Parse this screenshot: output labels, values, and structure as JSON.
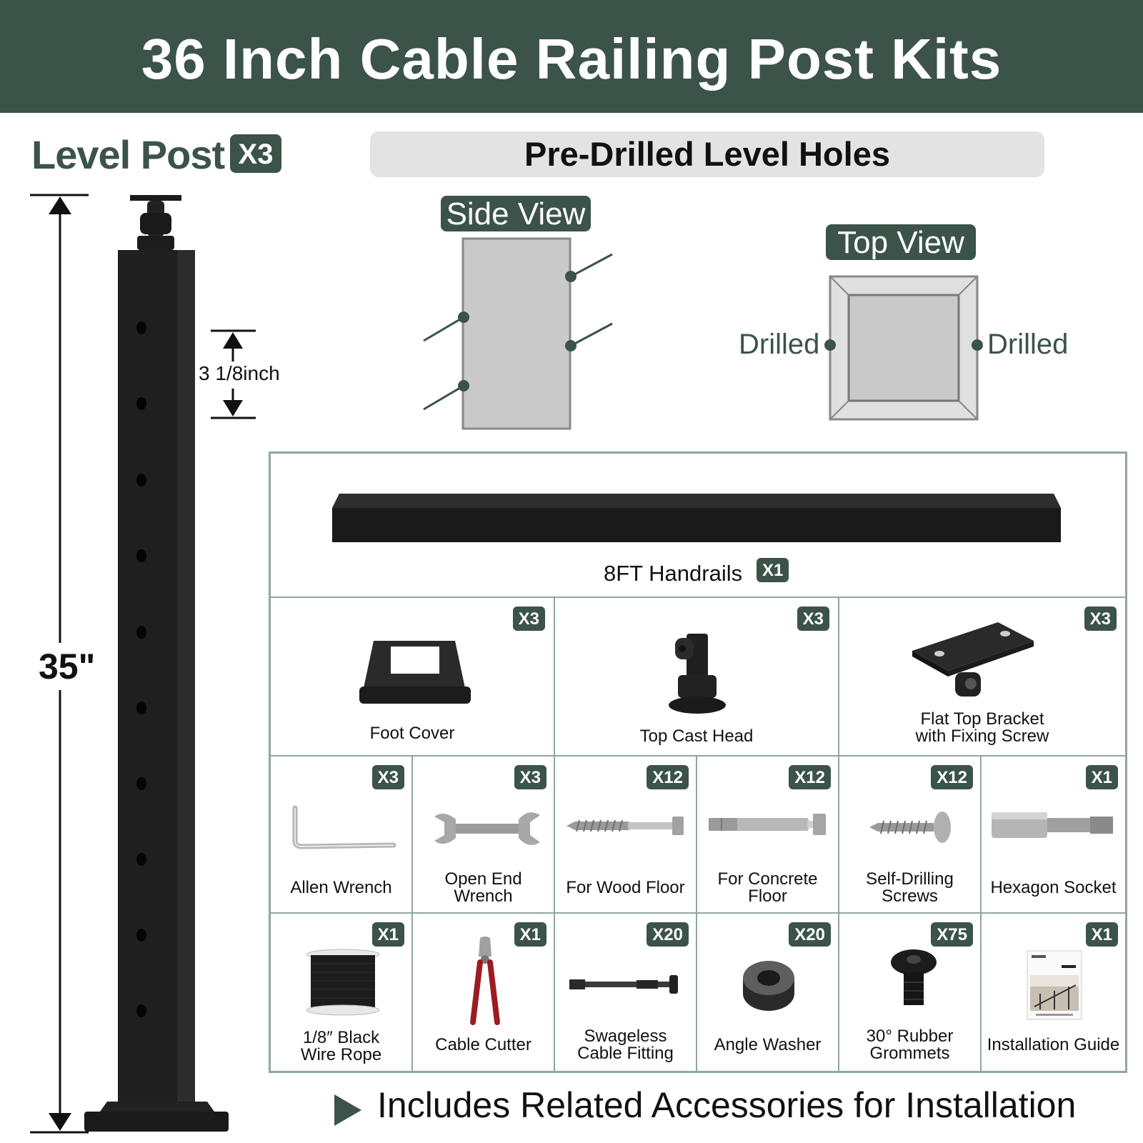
{
  "header": {
    "title": "36 Inch Cable Railing Post Kits"
  },
  "post": {
    "title": "Level Post",
    "qty": "X3",
    "height_label": "35\"",
    "spacing_label": "3 1/8inch"
  },
  "holes": {
    "banner": "Pre-Drilled Level Holes",
    "side_view": "Side View",
    "top_view": "Top View",
    "drilled_left": "Drilled",
    "drilled_right": "Drilled"
  },
  "handrail": {
    "label": "8FT Handrails",
    "qty": "X1"
  },
  "row1": [
    {
      "lines": [
        "Foot Cover"
      ],
      "qty": "X3",
      "icon": "foot-cover-icon"
    },
    {
      "lines": [
        "Top Cast Head"
      ],
      "qty": "X3",
      "icon": "top-cast-head-icon"
    },
    {
      "lines": [
        "Flat Top Bracket",
        "with Fixing Screw"
      ],
      "qty": "X3",
      "icon": "flat-top-bracket-icon"
    }
  ],
  "row2": [
    {
      "lines": [
        "Allen Wrench"
      ],
      "qty": "X3",
      "icon": "allen-wrench-icon"
    },
    {
      "lines": [
        "Open End",
        "Wrench"
      ],
      "qty": "X3",
      "icon": "open-end-wrench-icon"
    },
    {
      "lines": [
        "For Wood Floor"
      ],
      "qty": "X12",
      "icon": "wood-screw-icon"
    },
    {
      "lines": [
        "For Concrete",
        "Floor"
      ],
      "qty": "X12",
      "icon": "anchor-bolt-icon"
    },
    {
      "lines": [
        "Self-Drilling",
        "Screws"
      ],
      "qty": "X12",
      "icon": "self-drilling-screw-icon"
    },
    {
      "lines": [
        "Hexagon Socket"
      ],
      "qty": "X1",
      "icon": "hexagon-socket-icon"
    }
  ],
  "row3": [
    {
      "lines": [
        "1/8″ Black",
        "Wire Rope"
      ],
      "qty": "X1",
      "icon": "wire-rope-icon"
    },
    {
      "lines": [
        "Cable Cutter"
      ],
      "qty": "X1",
      "icon": "cable-cutter-icon"
    },
    {
      "lines": [
        "Swageless",
        "Cable Fitting"
      ],
      "qty": "X20",
      "icon": "cable-fitting-icon"
    },
    {
      "lines": [
        "Angle Washer"
      ],
      "qty": "X20",
      "icon": "angle-washer-icon"
    },
    {
      "lines": [
        "30° Rubber",
        "Grommets"
      ],
      "qty": "X75",
      "icon": "rubber-grommet-icon"
    },
    {
      "lines": [
        "Installation Guide"
      ],
      "qty": "X1",
      "icon": "installation-guide-icon"
    }
  ],
  "footer": {
    "text": "Includes Related Accessories for Installation"
  },
  "colors": {
    "brand": "#3b5349",
    "border": "#8fa89c",
    "panel": "#e3e3e3"
  }
}
